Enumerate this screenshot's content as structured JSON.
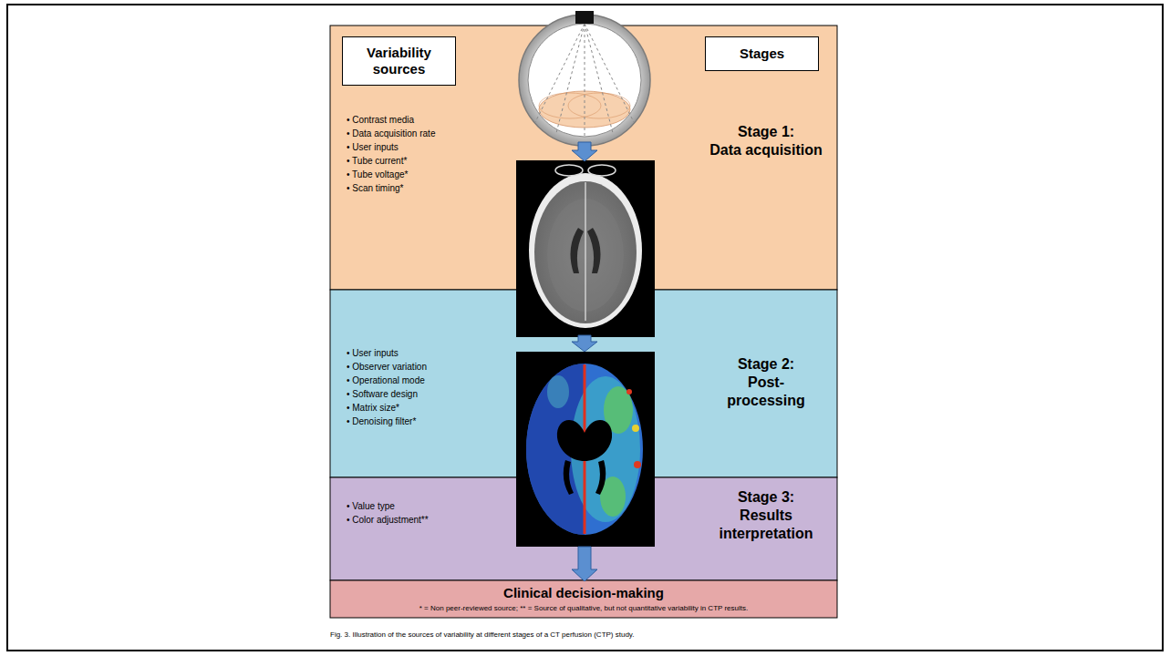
{
  "diagram": {
    "caption": "Fig. 3. Illustration of the sources of variability at different stages of a CT perfusion (CTP) study.",
    "nodes": [
      {
        "text": [
          "Stage 1: Data acquisition",
          "• Contrast media",
          "• Data acquisition rate",
          "• User inputs",
          "• Tube current*",
          "• Tube voltage*",
          "• Scan timing*"
        ]
      },
      {
        "text": [
          "Variability sources"
        ],
        "in": 0
      },
      {
        "text": [
          "Stages"
        ],
        "in": 0
      },
      {
        "text": [
          "Stage 2: Post-processing",
          "• User inputs",
          "• Observer variation",
          "• Operational mode",
          "• Software design",
          "• Matrix size*",
          "• Denoising filter*"
        ]
      },
      {
        "text": [
          "Stage 3: Results interpretation",
          "• Value type",
          "• Color adjustment**"
        ]
      },
      {
        "text": [
          "Clinical decision-making",
          "* = Non peer-reviewed source; ** = Source of qualitative, but not quantitative variability in CTP results."
        ]
      }
    ]
  }
}
